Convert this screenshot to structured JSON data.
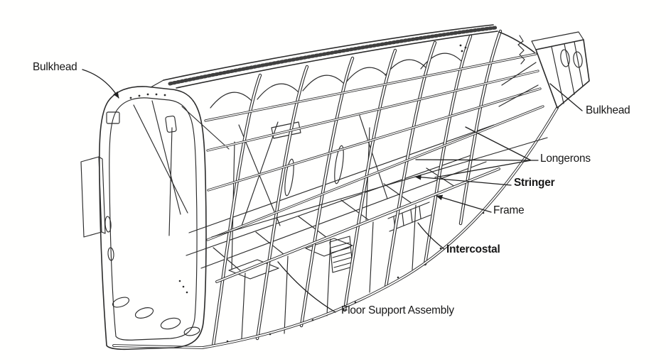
{
  "figure": {
    "type": "technical line-art diagram",
    "subject": "Aircraft semimonocoque fuselage structural assembly, perspective cutaway view",
    "background_color": "#ffffff",
    "line_color": "#2b2b2b",
    "text_color": "#161616",
    "labels": [
      {
        "id": "bulkhead-front",
        "text": "Bulkhead",
        "emphasis": "regular"
      },
      {
        "id": "bulkhead-aft",
        "text": "Bulkhead",
        "emphasis": "regular"
      },
      {
        "id": "longerons",
        "text": "Longerons",
        "emphasis": "regular"
      },
      {
        "id": "stringer",
        "text": "Stringer",
        "emphasis": "bold"
      },
      {
        "id": "frame",
        "text": "Frame",
        "emphasis": "regular"
      },
      {
        "id": "intercostal",
        "text": "Intercostal",
        "emphasis": "bold"
      },
      {
        "id": "floor-support-assembly",
        "text": "Floor Support Assembly",
        "emphasis": "regular"
      }
    ]
  }
}
